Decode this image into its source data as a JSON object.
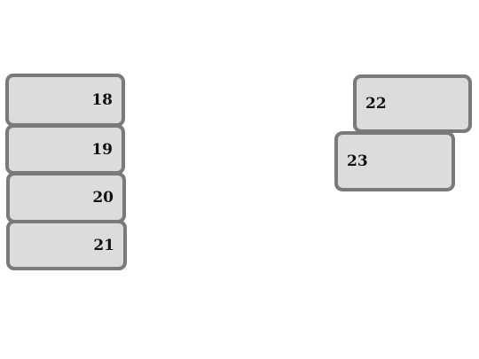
{
  "cards": [
    {
      "label": "18"
    },
    {
      "label": "19"
    },
    {
      "label": "20"
    },
    {
      "label": "21"
    },
    {
      "label": "22"
    },
    {
      "label": "23"
    }
  ],
  "colors": {
    "background": "#ffffff",
    "card_fill": "#dcdcdc",
    "card_border": "#7a7a7a",
    "text": "#111111"
  }
}
